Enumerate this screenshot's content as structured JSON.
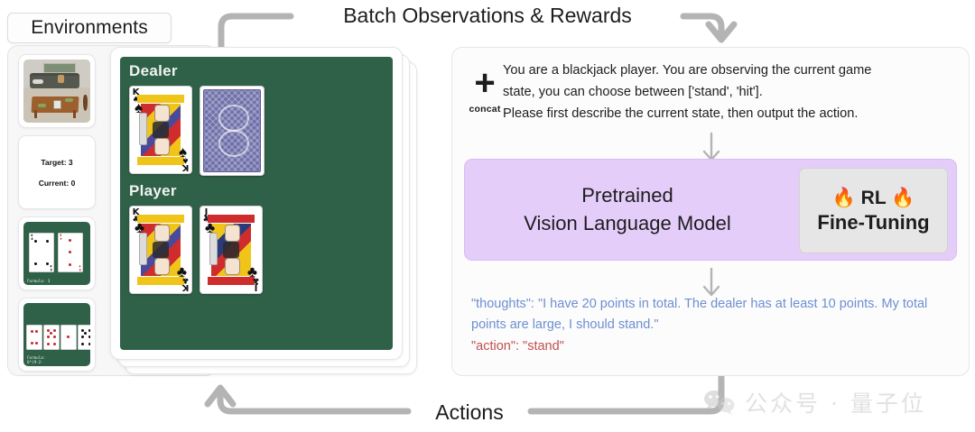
{
  "diagram": {
    "top_flow_label": "Batch Observations & Rewards",
    "bottom_flow_label": "Actions",
    "concat_symbol": "+",
    "concat_label": "concat"
  },
  "environments": {
    "panel_label": "Environments",
    "thumbnails": [
      {
        "name": "embodied-room-scene",
        "kind": "3d-room"
      },
      {
        "name": "target-current-counter",
        "kind": "text",
        "lines": [
          "Target: 3",
          "Current: 0"
        ]
      },
      {
        "name": "two-card-points24",
        "kind": "cards",
        "formula": "Formula: 3"
      },
      {
        "name": "four-card-points24",
        "kind": "cards",
        "formula_line1": "Formula:",
        "formula_line2": "6*(9-2-"
      }
    ]
  },
  "blackjack": {
    "dealer_label": "Dealer",
    "player_label": "Player",
    "dealer_cards": [
      {
        "rank": "K",
        "suit": "♠",
        "color": "black",
        "facedown": false
      },
      {
        "rank": "",
        "suit": "",
        "color": "",
        "facedown": true
      }
    ],
    "player_cards": [
      {
        "rank": "K",
        "suit": "♣",
        "color": "black",
        "facedown": false
      },
      {
        "rank": "J",
        "suit": "♣",
        "color": "black",
        "facedown": false
      }
    ],
    "felt_color": "#2f6148",
    "stack_layers": 3
  },
  "prompt": {
    "line1": "You are a blackjack player. You are observing the current game",
    "line2": "state, you can choose between ['stand', 'hit'].",
    "line3": "Please first describe the current state, then output the action."
  },
  "model": {
    "title_line1": "Pretrained",
    "title_line2": "Vision Language Model",
    "box_color": "#e5cdfa",
    "rl_line1": "🔥 RL 🔥",
    "rl_line2": "Fine-Tuning"
  },
  "output": {
    "thoughts": "\"thoughts\": \"I have 20 points in total. The dealer has at least 10 points. My total points are large, I should stand.\"",
    "action": "\"action\": \"stand\"",
    "thoughts_color": "#6d8fd0",
    "action_color": "#c0504d"
  },
  "watermark": {
    "text": "公众号 · 量子位",
    "icon": "wechat-icon"
  }
}
